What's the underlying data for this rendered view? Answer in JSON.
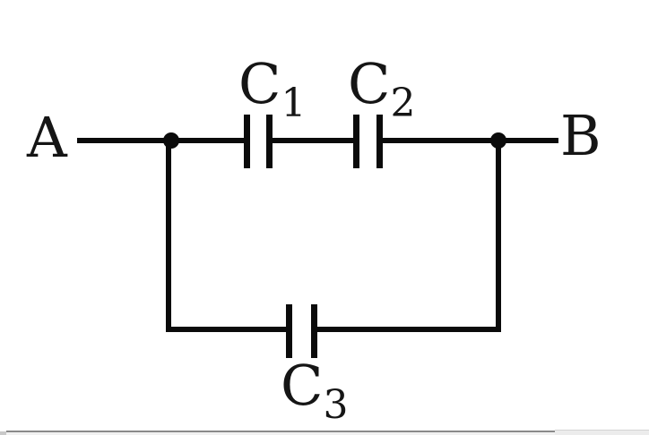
{
  "diagram": {
    "type": "capacitor-circuit",
    "terminals": {
      "left": {
        "label": "A"
      },
      "right": {
        "label": "B"
      }
    },
    "capacitors": [
      {
        "id": "C1",
        "base": "C",
        "sub": "1",
        "position": "top-branch-left"
      },
      {
        "id": "C2",
        "base": "C",
        "sub": "2",
        "position": "top-branch-right"
      },
      {
        "id": "C3",
        "base": "C",
        "sub": "3",
        "position": "bottom-branch"
      }
    ],
    "topology": "C1 and C2 in series on top branch, in parallel with C3 on bottom branch, between terminals A and B",
    "colors": {
      "wire": "#0b0b0b",
      "label": "#151515",
      "background": "#ffffff",
      "frame_edge_border": "#8a8a8a",
      "frame_edge_fill": "#ececec"
    }
  }
}
